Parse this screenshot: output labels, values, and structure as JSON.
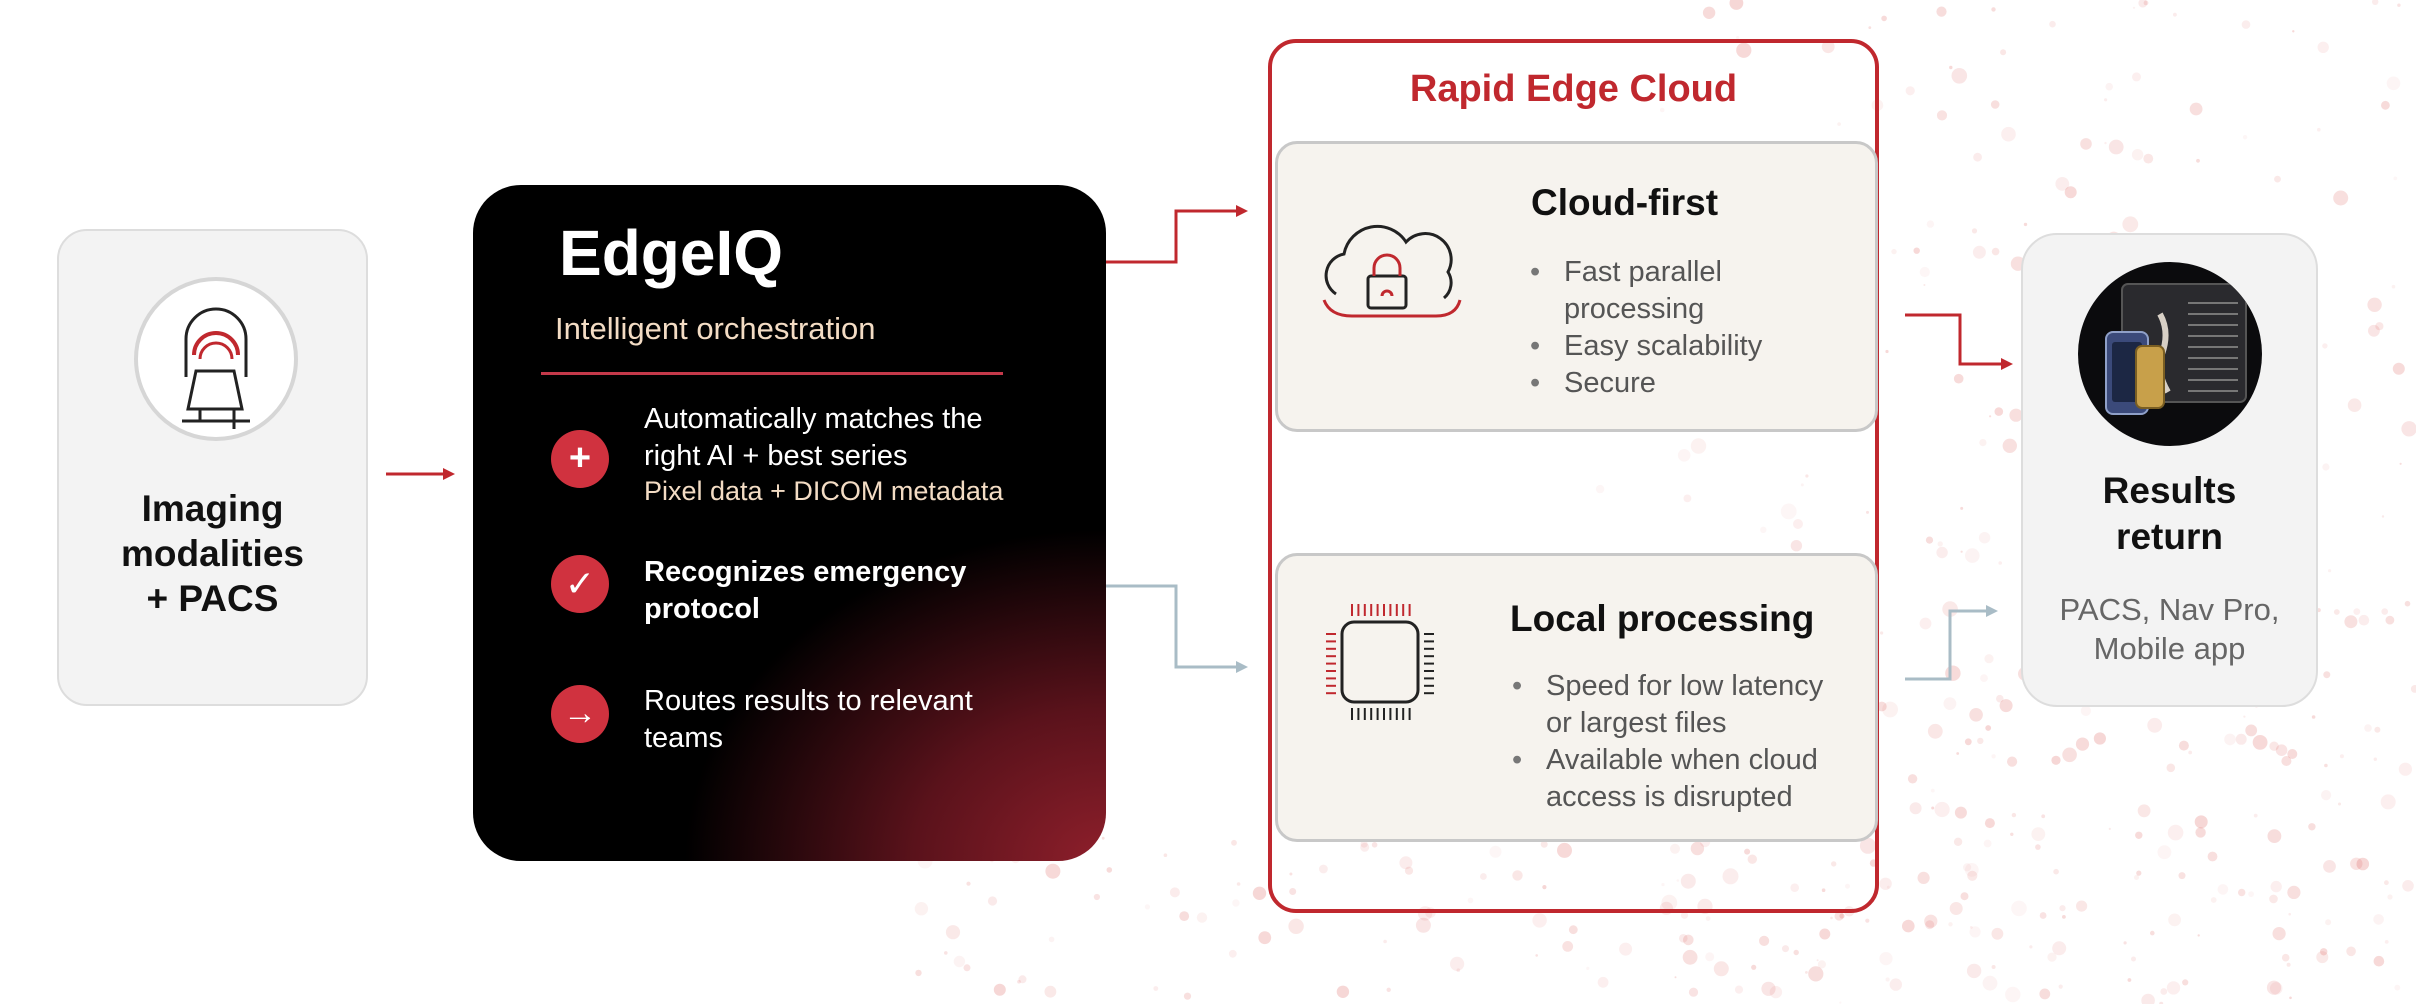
{
  "colors": {
    "accent_red": "#c0282e",
    "icon_red": "#d0323f",
    "connector_gray": "#a9bcc6",
    "edgeiq_bg": "#000000",
    "panel_bg": "#f6f3ee"
  },
  "modalities": {
    "title_line1": "Imaging",
    "title_line2": "modalities",
    "title_line3": "+ PACS",
    "icon": "mri-scanner-icon"
  },
  "edgeiq": {
    "title": "EdgeIQ",
    "subtitle": "Intelligent orchestration",
    "features": [
      {
        "icon": "plus-icon",
        "icon_glyph": "+",
        "line1": "Automatically matches the",
        "line2": "right AI + best series",
        "sub": "Pixel data + DICOM metadata"
      },
      {
        "icon": "checkmark-icon",
        "icon_glyph": "✓",
        "line1": "Recognizes emergency",
        "line2": "protocol"
      },
      {
        "icon": "arrow-right-icon",
        "icon_glyph": "→",
        "line1": "Routes results to relevant",
        "line2": "teams"
      }
    ]
  },
  "rapid_edge_cloud": {
    "title": "Rapid Edge Cloud",
    "cloud_first": {
      "title": "Cloud-first",
      "icon": "cloud-lock-icon",
      "bullets": [
        "Fast parallel processing",
        "Easy scalability",
        "Secure"
      ]
    },
    "local_processing": {
      "title": "Local processing",
      "icon": "cpu-chip-icon",
      "bullets": [
        "Speed for low latency or largest files",
        "Available when cloud access is disrupted"
      ]
    }
  },
  "results": {
    "title_line1": "Results",
    "title_line2": "return",
    "sub_line1": "PACS, Nav Pro,",
    "sub_line2": "Mobile app",
    "icon": "devices-report-icon"
  }
}
